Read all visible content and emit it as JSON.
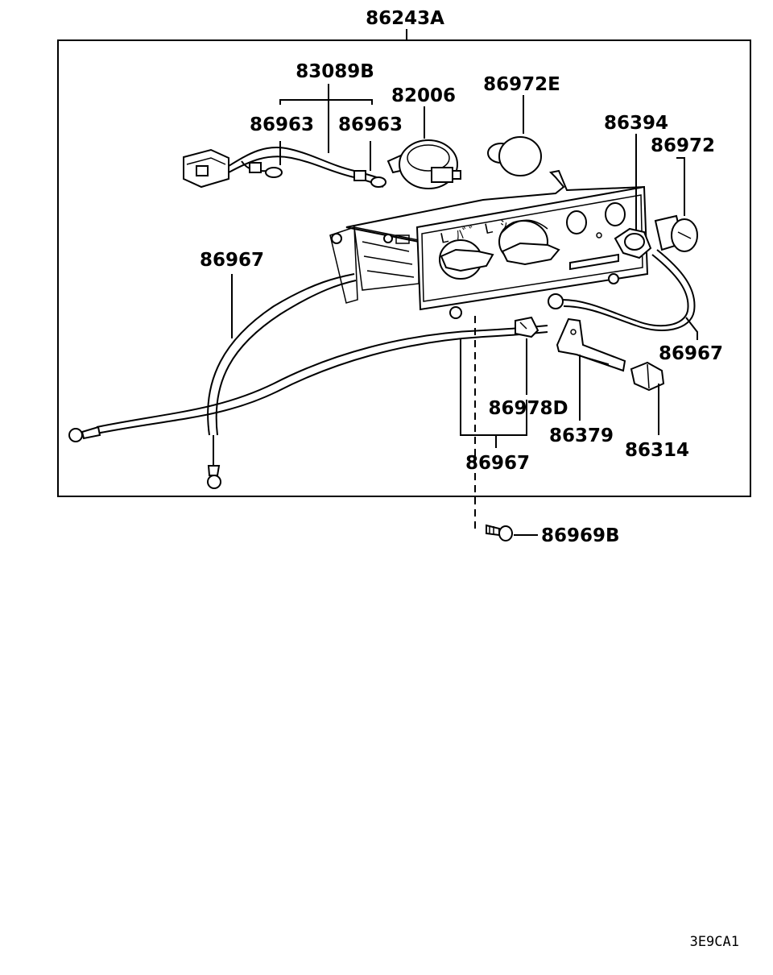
{
  "diagram": {
    "assembly_label": "86243A",
    "drawing_code": "3E9CA1",
    "part_labels": {
      "p83089b": "83089B",
      "p82006": "82006",
      "p86972e": "86972E",
      "p86963_left": "86963",
      "p86963_right": "86963",
      "p86394": "86394",
      "p86972": "86972",
      "p86967_left": "86967",
      "p86967_right": "86967",
      "p86967_bottom": "86967",
      "p86978d": "86978D",
      "p86379": "86379",
      "p86314": "86314",
      "p86969b": "86969B"
    }
  }
}
